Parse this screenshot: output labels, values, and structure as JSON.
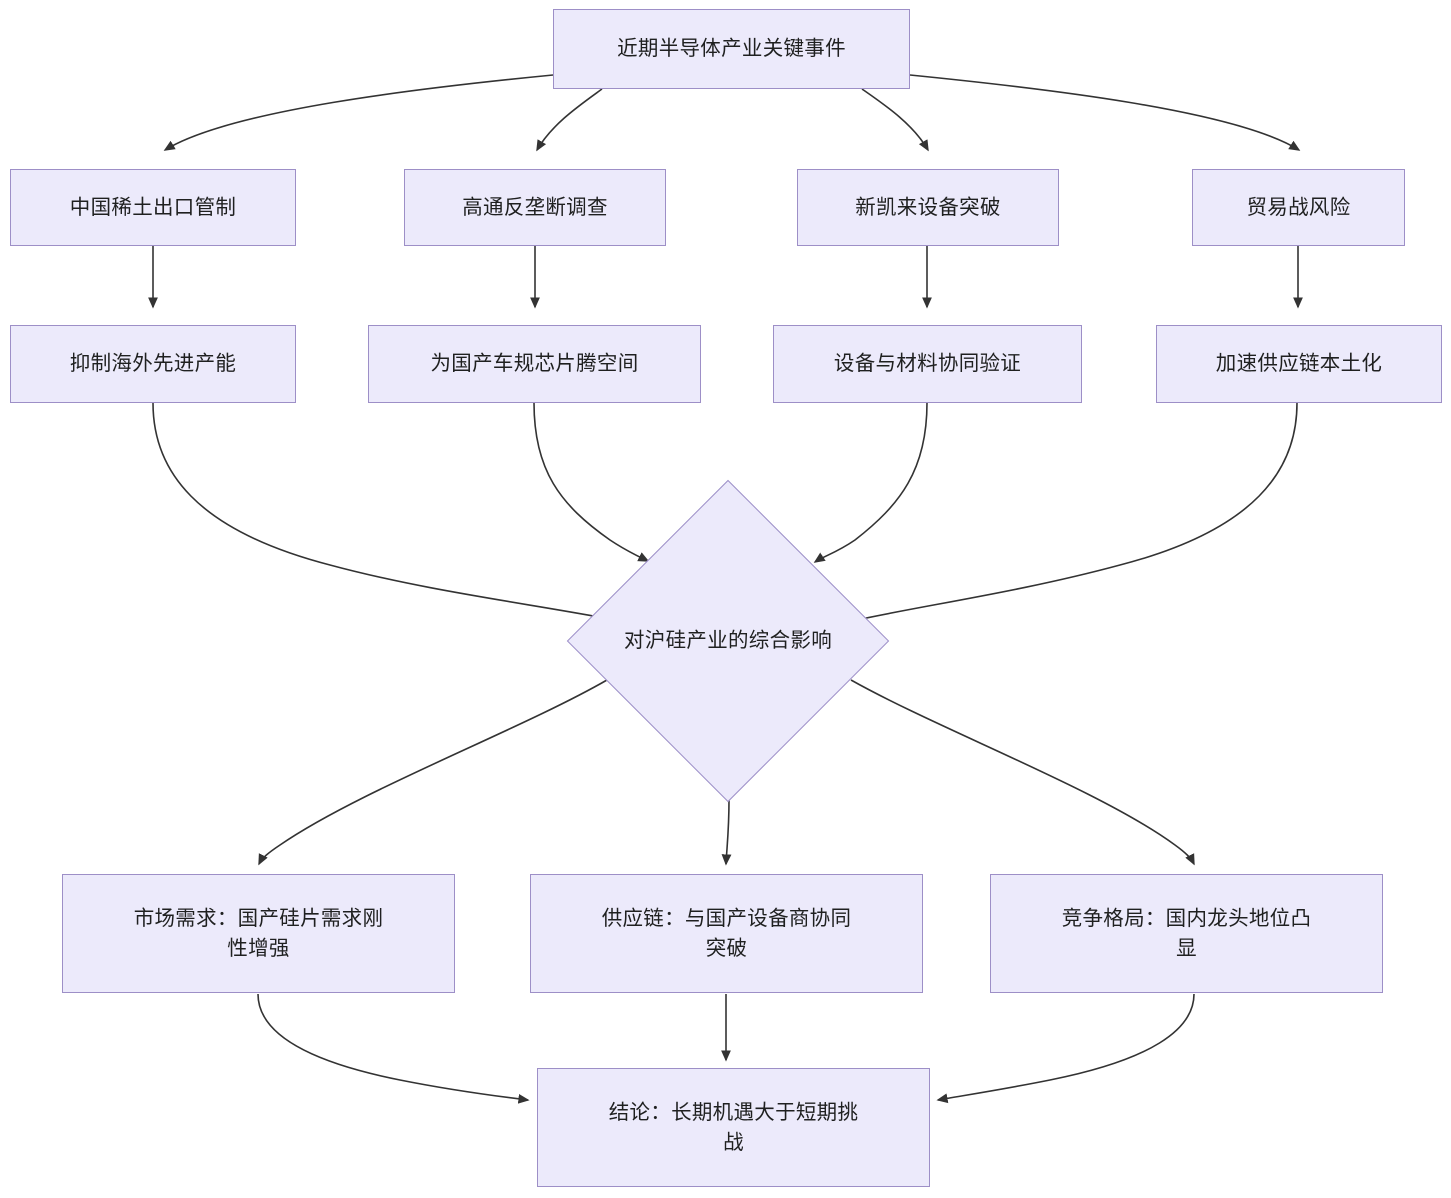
{
  "diagram": {
    "type": "flowchart",
    "direction": "top-down",
    "title": "近期半导体产业关键事件",
    "theme": {
      "node_fill": "#ECEAFB",
      "node_border": "#9D8FC7",
      "edge_color": "#333333",
      "text_color": "#1f2020",
      "background": "#ffffff"
    },
    "nodes": [
      {
        "id": "root",
        "shape": "rect",
        "label": "近期半导体产业关键事件"
      },
      {
        "id": "event1",
        "shape": "rect",
        "label": "中国稀土出口管制"
      },
      {
        "id": "event2",
        "shape": "rect",
        "label": "高通反垄断调查"
      },
      {
        "id": "event3",
        "shape": "rect",
        "label": "新凯来设备突破"
      },
      {
        "id": "event4",
        "shape": "rect",
        "label": "贸易战风险"
      },
      {
        "id": "effect1",
        "shape": "rect",
        "label": "抑制海外先进产能"
      },
      {
        "id": "effect2",
        "shape": "rect",
        "label": "为国产车规芯片腾空间"
      },
      {
        "id": "effect3",
        "shape": "rect",
        "label": "设备与材料协同验证"
      },
      {
        "id": "effect4",
        "shape": "rect",
        "label": "加速供应链本土化"
      },
      {
        "id": "impact",
        "shape": "diamond",
        "label": "对沪硅产业的综合影响"
      },
      {
        "id": "outcome1",
        "shape": "rect",
        "label": "市场需求：国产硅片需求刚\n性增强"
      },
      {
        "id": "outcome2",
        "shape": "rect",
        "label": "供应链：与国产设备商协同\n突破"
      },
      {
        "id": "outcome3",
        "shape": "rect",
        "label": "竞争格局：国内龙头地位凸\n显"
      },
      {
        "id": "conclusion",
        "shape": "rect",
        "label": "结论：长期机遇大于短期挑\n战"
      }
    ],
    "edges": [
      {
        "from": "root",
        "to": "event1"
      },
      {
        "from": "root",
        "to": "event2"
      },
      {
        "from": "root",
        "to": "event3"
      },
      {
        "from": "root",
        "to": "event4"
      },
      {
        "from": "event1",
        "to": "effect1"
      },
      {
        "from": "event2",
        "to": "effect2"
      },
      {
        "from": "event3",
        "to": "effect3"
      },
      {
        "from": "event4",
        "to": "effect4"
      },
      {
        "from": "effect1",
        "to": "impact"
      },
      {
        "from": "effect2",
        "to": "impact"
      },
      {
        "from": "effect3",
        "to": "impact"
      },
      {
        "from": "effect4",
        "to": "impact"
      },
      {
        "from": "impact",
        "to": "outcome1"
      },
      {
        "from": "impact",
        "to": "outcome2"
      },
      {
        "from": "impact",
        "to": "outcome3"
      },
      {
        "from": "outcome1",
        "to": "conclusion"
      },
      {
        "from": "outcome2",
        "to": "conclusion"
      },
      {
        "from": "outcome3",
        "to": "conclusion"
      }
    ]
  }
}
